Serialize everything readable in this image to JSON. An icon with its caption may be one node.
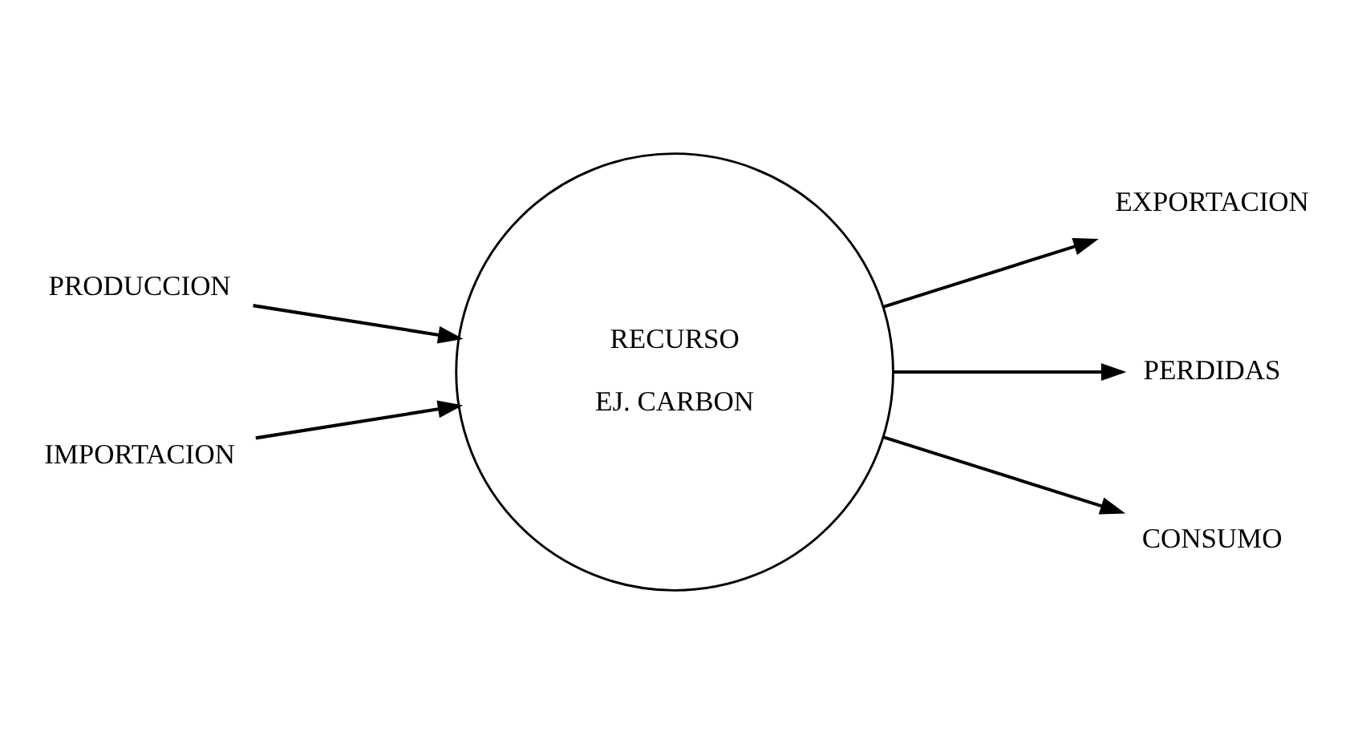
{
  "diagram": {
    "nodes": [
      {
        "text": [
          "EXPORTACION"
        ]
      },
      {
        "text": [
          "PERDIDAS"
        ]
      },
      {
        "text": [
          "PRODUCCION"
        ]
      },
      {
        "text": [
          "RECURSO",
          "EJ. CARBON"
        ]
      },
      {
        "text": [
          "CONSUMO"
        ]
      },
      {
        "text": [
          "IMPORTACION"
        ]
      }
    ],
    "edges": [
      {
        "from": 2,
        "to": 3,
        "arrow": "to"
      },
      {
        "from": 5,
        "to": 3,
        "arrow": "to"
      },
      {
        "from": 3,
        "to": 0,
        "arrow": "to"
      },
      {
        "from": 3,
        "to": 1,
        "arrow": "to"
      },
      {
        "from": 3,
        "to": 4,
        "arrow": "to"
      }
    ]
  }
}
